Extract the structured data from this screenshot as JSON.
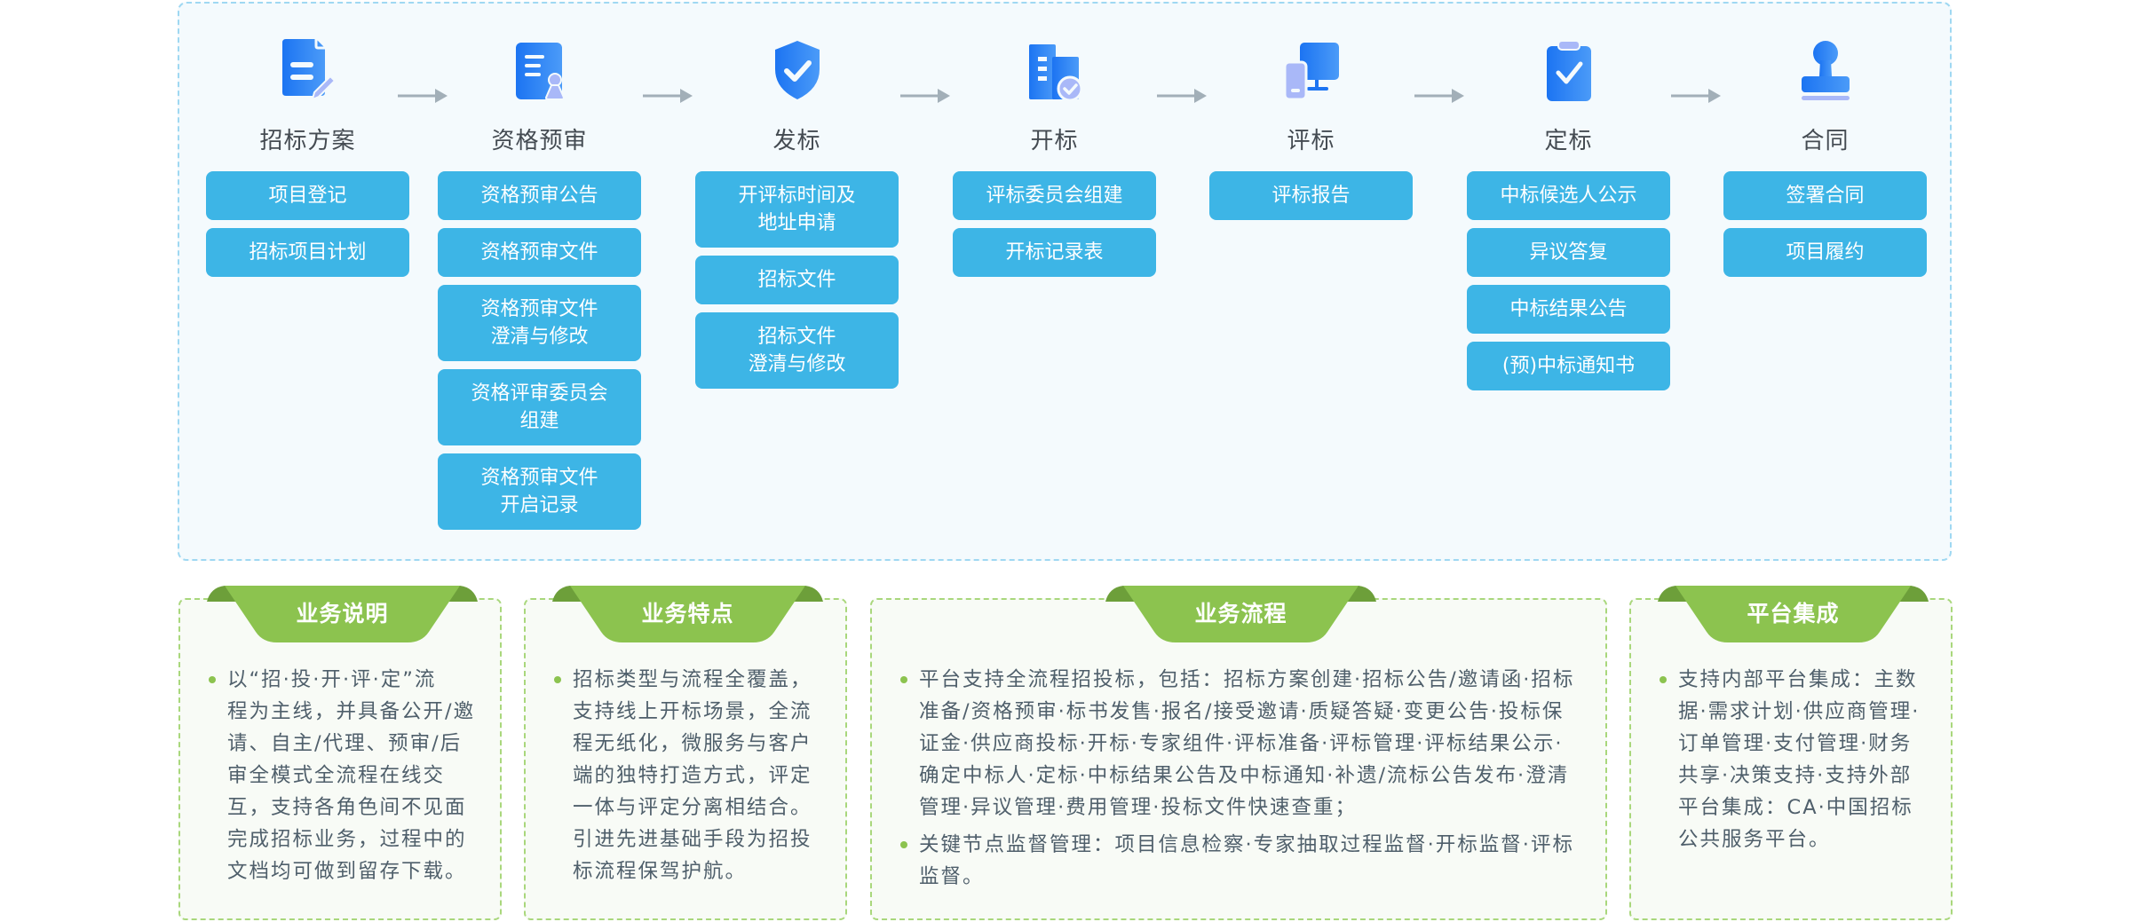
{
  "colors": {
    "step_button": "#3db5e6",
    "icon_primary": "#1c74f2",
    "icon_secondary": "#a9b8f8",
    "arrow": "#a2afb8",
    "ribbon": "#8cc34f",
    "ribbon_fold": "#6d9f3a",
    "panel_border": "#9fd8f2",
    "card_border": "#a9d77c"
  },
  "flow": {
    "stages": [
      {
        "title": "招标方案",
        "icon": "document-edit-icon",
        "items": [
          "项目登记",
          "招标项目计划"
        ]
      },
      {
        "title": "资格预审",
        "icon": "document-stamp-icon",
        "items": [
          "资格预审公告",
          "资格预审文件",
          "资格预审文件\n澄清与修改",
          "资格评审委员会\n组建",
          "资格预审文件\n开启记录"
        ]
      },
      {
        "title": "发标",
        "icon": "shield-check-icon",
        "items": [
          "开评标时间及\n地址申请",
          "招标文件",
          "招标文件\n澄清与修改"
        ]
      },
      {
        "title": "开标",
        "icon": "building-check-icon",
        "items": [
          "评标委员会组建",
          "开标记录表"
        ]
      },
      {
        "title": "评标",
        "icon": "devices-icon",
        "items": [
          "评标报告"
        ]
      },
      {
        "title": "定标",
        "icon": "clipboard-check-icon",
        "items": [
          "中标候选人公示",
          "异议答复",
          "中标结果公告",
          "(预)中标通知书"
        ]
      },
      {
        "title": "合同",
        "icon": "stamp-icon",
        "items": [
          "签署合同",
          "项目履约"
        ]
      }
    ]
  },
  "cards": [
    {
      "title": "业务说明",
      "bullets": [
        "以“招·投·开·评·定”流\n程为主线，并具备公开/邀\n请、自主/代理、预审/后\n审全模式全流程在线交\n互，支持各角色间不见面\n完成招标业务，过程中的\n文档均可做到留存下载。"
      ]
    },
    {
      "title": "业务特点",
      "bullets": [
        "招标类型与流程全覆盖，\n支持线上开标场景，全流\n程无纸化，微服务与客户\n端的独特打造方式，评定\n一体与评定分离相结合。\n引进先进基础手段为招投\n标流程保驾护航。"
      ]
    },
    {
      "title": "业务流程",
      "bullets": [
        "平台支持全流程招投标，包括：招标方案创建·招标公告/邀请函·招标\n准备/资格预审·标书发售·报名/接受邀请·质疑答疑·变更公告·投标保\n证金·供应商投标·开标·专家组件·评标准备·评标管理·评标结果公示·\n确定中标人·定标·中标结果公告及中标通知·补遗/流标公告发布·澄清\n管理·异议管理·费用管理·投标文件快速查重；",
        "关键节点监督管理：项目信息检察·专家抽取过程监督·开标监督·评标\n监督。"
      ]
    },
    {
      "title": "平台集成",
      "bullets": [
        "支持内部平台集成：主数\n据·需求计划·供应商管理·\n订单管理·支付管理·财务\n共享·决策支持·支持外部\n平台集成：CA·中国招标\n公共服务平台。"
      ]
    }
  ]
}
